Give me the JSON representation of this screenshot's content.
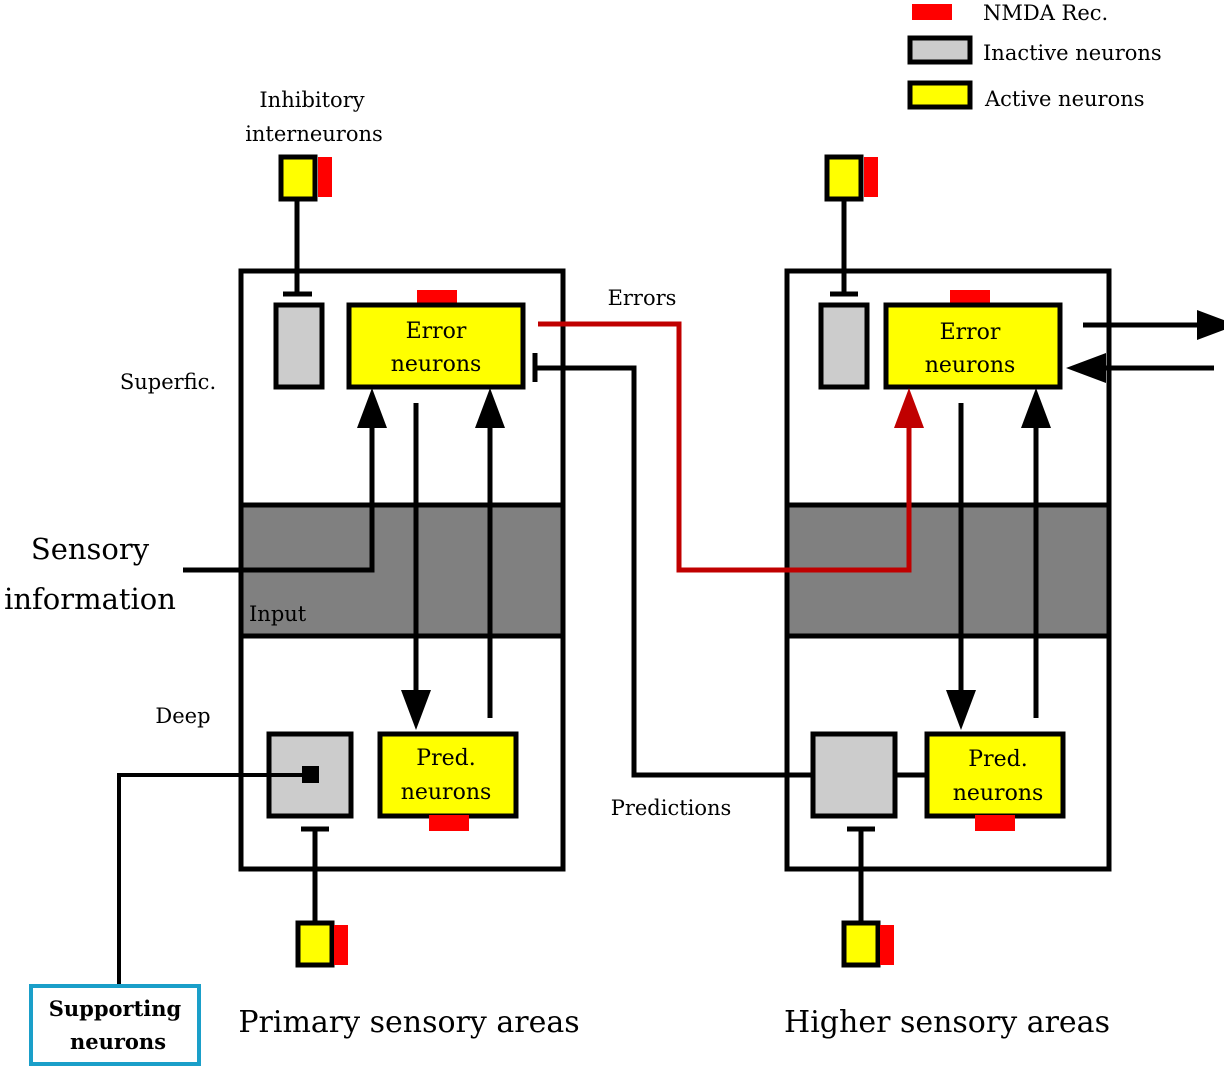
{
  "legend": {
    "nmda": "NMDA Rec.",
    "inactive": "Inactive neurons",
    "active": "Active neurons"
  },
  "labels": {
    "inhibitory_line1": "Inhibitory",
    "inhibitory_line2": "interneurons",
    "superficial": "Superfic.",
    "input": "Input",
    "deep": "Deep",
    "sensory_line1": "Sensory",
    "sensory_line2": "information",
    "errors": "Errors",
    "predictions": "Predictions",
    "supporting_line1": "Supporting",
    "supporting_line2": "neurons",
    "primary_area": "Primary sensory areas",
    "higher_area": "Higher sensory areas"
  },
  "primary": {
    "error_line1": "Error",
    "error_line2": "neurons",
    "pred_line1": "Pred.",
    "pred_line2": "neurons"
  },
  "higher": {
    "error_line1": "Error",
    "error_line2": "neurons",
    "pred_line1": "Pred.",
    "pred_line2": "neurons"
  },
  "colors": {
    "active": "#ffff00",
    "inactive": "#cccccc",
    "input_layer": "#808080",
    "nmda": "#ff0000",
    "error_path": "#c00000",
    "supporting_border": "#1a9fc9"
  }
}
